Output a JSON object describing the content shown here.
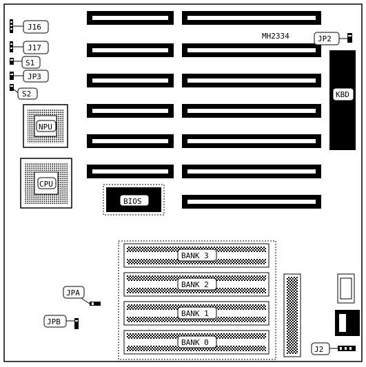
{
  "board": {
    "model": "MH2334"
  },
  "components": {
    "npu": {
      "label": "NPU"
    },
    "cpu": {
      "label": "CPU"
    },
    "bios": {
      "label": "BIOS"
    },
    "kbd": {
      "label": "KBD"
    }
  },
  "jumpers": {
    "j16": {
      "label": "J16"
    },
    "j17": {
      "label": "J17"
    },
    "s1": {
      "label": "S1"
    },
    "jp3": {
      "label": "JP3"
    },
    "s2": {
      "label": "S2"
    },
    "jp2": {
      "label": "JP2"
    },
    "jpa": {
      "label": "JPA"
    },
    "jpb": {
      "label": "JPB"
    },
    "j2": {
      "label": "J2"
    }
  },
  "memory": {
    "banks": [
      {
        "label": "BANK 3"
      },
      {
        "label": "BANK 2"
      },
      {
        "label": "BANK 1"
      },
      {
        "label": "BANK 0"
      }
    ]
  },
  "colors": {
    "ink": "#000000",
    "paper": "#ffffff"
  }
}
